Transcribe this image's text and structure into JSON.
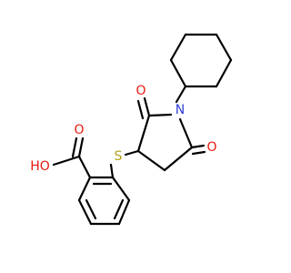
{
  "colors": {
    "bond": "#000000",
    "nitrogen": "#2f3fd8",
    "oxygen": "#e81a0f",
    "sulfur": "#b5a218",
    "carbon": "#000000"
  },
  "atoms": {
    "nitrogen": "N",
    "oxygen_upper": "O",
    "oxygen_right": "O",
    "oxygen_acid_double": "O",
    "hydroxyl": "HO",
    "sulfur": "S"
  }
}
